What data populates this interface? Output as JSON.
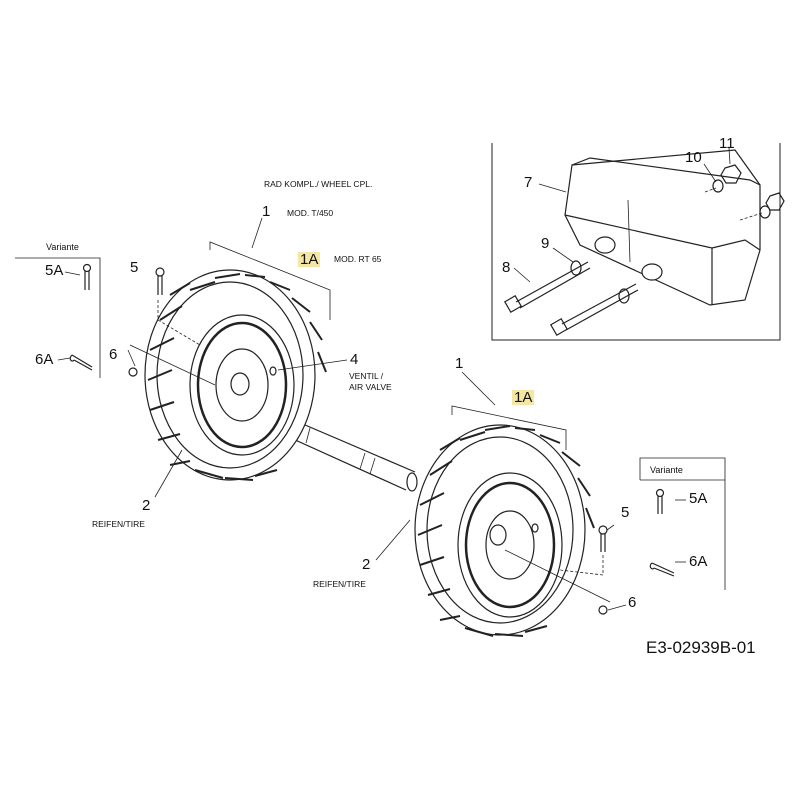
{
  "header": {
    "wheel_complete": "RAD KOMPL./ WHEEL CPL.",
    "model_t450": "MOD. T/450",
    "model_rt65": "MOD. RT 65"
  },
  "labels": {
    "valve": "VENTIL /",
    "valve2": "AIR VALVE",
    "tire": "REIFEN/TIRE",
    "variant": "Variante"
  },
  "callouts": {
    "n1": "1",
    "n1a": "1A",
    "n2": "2",
    "n4": "4",
    "n5": "5",
    "n5a": "5A",
    "n6": "6",
    "n6a": "6A",
    "n7": "7",
    "n8": "8",
    "n9": "9",
    "n10": "10",
    "n11": "11"
  },
  "drawing_code": "E3-02939B-01",
  "colors": {
    "line": "#222222",
    "highlight": "#f3e7a3"
  }
}
